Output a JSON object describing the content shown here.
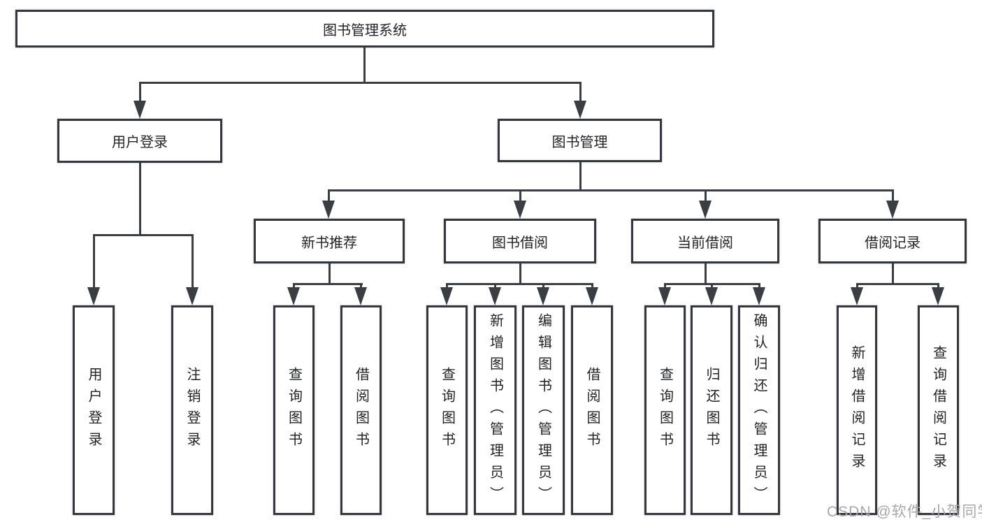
{
  "diagram": {
    "type": "tree",
    "root": {
      "label": "图书管理系统"
    },
    "level2": [
      {
        "label": "用户登录",
        "parent": "图书管理系统"
      },
      {
        "label": "图书管理",
        "parent": "图书管理系统"
      }
    ],
    "level3": [
      {
        "label": "新书推荐",
        "parent": "图书管理"
      },
      {
        "label": "图书借阅",
        "parent": "图书管理"
      },
      {
        "label": "当前借阅",
        "parent": "图书管理"
      },
      {
        "label": "借阅记录",
        "parent": "图书管理"
      }
    ],
    "leaves": [
      {
        "label": "用户登录",
        "parent": "用户登录"
      },
      {
        "label": "注销登录",
        "parent": "用户登录"
      },
      {
        "label": "查询图书",
        "parent": "新书推荐"
      },
      {
        "label": "借阅图书",
        "parent": "新书推荐"
      },
      {
        "label": "查询图书",
        "parent": "图书借阅"
      },
      {
        "label": "新增图书（管理员）",
        "parent": "图书借阅"
      },
      {
        "label": "编辑图书（管理员）",
        "parent": "图书借阅"
      },
      {
        "label": "借阅图书",
        "parent": "图书借阅"
      },
      {
        "label": "查询图书",
        "parent": "当前借阅"
      },
      {
        "label": "归还图书",
        "parent": "当前借阅"
      },
      {
        "label": "确认归还（管理员）",
        "parent": "当前借阅"
      },
      {
        "label": "新增借阅记录",
        "parent": "借阅记录"
      },
      {
        "label": "查询借阅记录",
        "parent": "借阅记录"
      }
    ],
    "colors": {
      "line": "#3a3d41",
      "border": "#34373b",
      "text": "#222326",
      "background": "#ffffff",
      "watermark_color": "#a6a6ab"
    },
    "watermark": "CSDN @软件_小贺同学"
  }
}
